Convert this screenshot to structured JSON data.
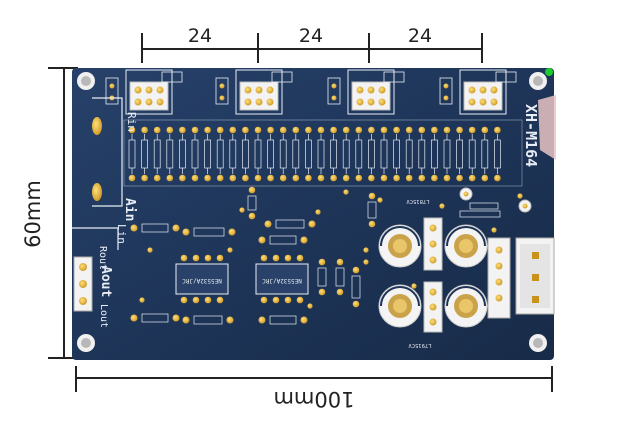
{
  "dimensions": {
    "top_segments": [
      "24",
      "24",
      "24"
    ],
    "height_label": "60mm",
    "width_label": "100mm"
  },
  "board": {
    "model": "XH-M164",
    "labels": {
      "rin": "Rin",
      "ain": "Ain",
      "lin": "Lin",
      "rout": "Rout",
      "aout": "Aout",
      "lout": "Lout"
    },
    "chip_labels": [
      "NE5532A/JRC",
      "NE5532A/JRC"
    ],
    "regulator_labels": [
      "L7815CV",
      "L7915CV"
    ],
    "colors": {
      "board": "#1d3457",
      "silk": "#e8edf5",
      "pad": "#e9b93b",
      "hole": "#3a2a10",
      "header": "#f3f3f3"
    }
  }
}
